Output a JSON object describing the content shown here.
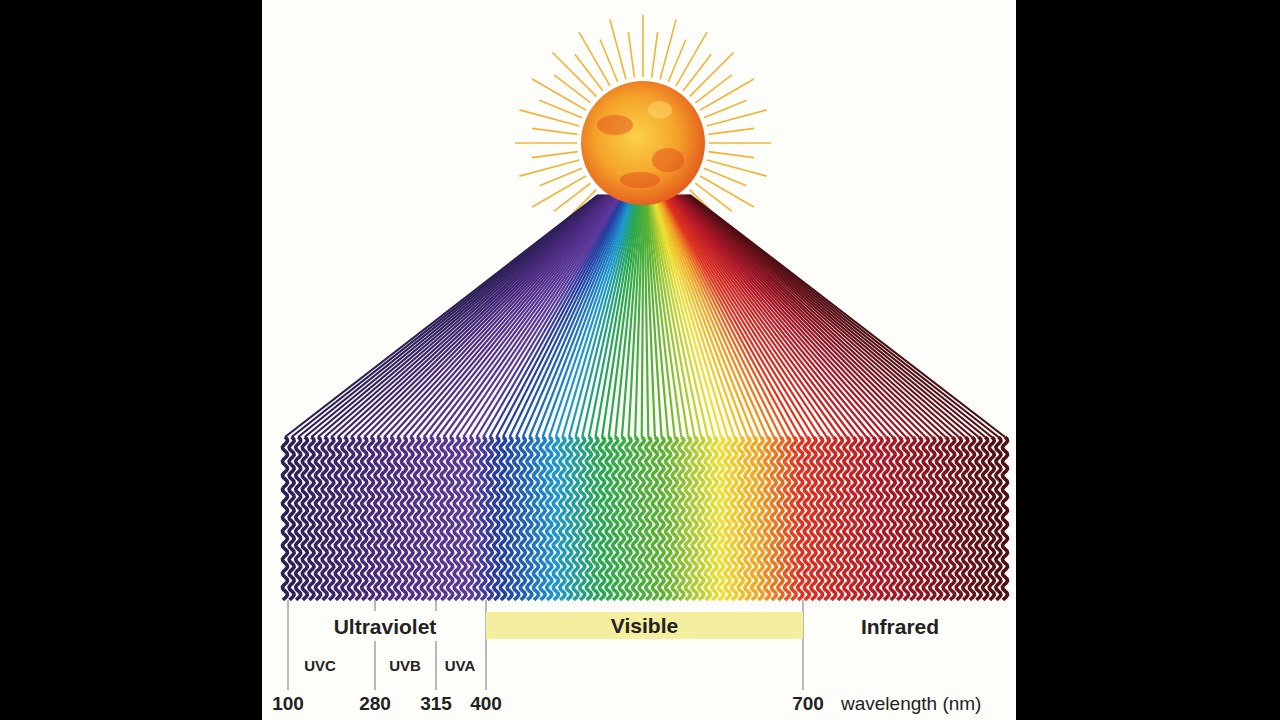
{
  "diagram": {
    "nodes": [
      {
        "text": [
          "Visible"
        ]
      }
    ],
    "labels": [
      "Ultraviolet",
      "Infrared",
      "UVC",
      "UVB",
      "UVA",
      "100",
      "280",
      "315",
      "400",
      "700",
      "wavelength (nm)"
    ]
  }
}
